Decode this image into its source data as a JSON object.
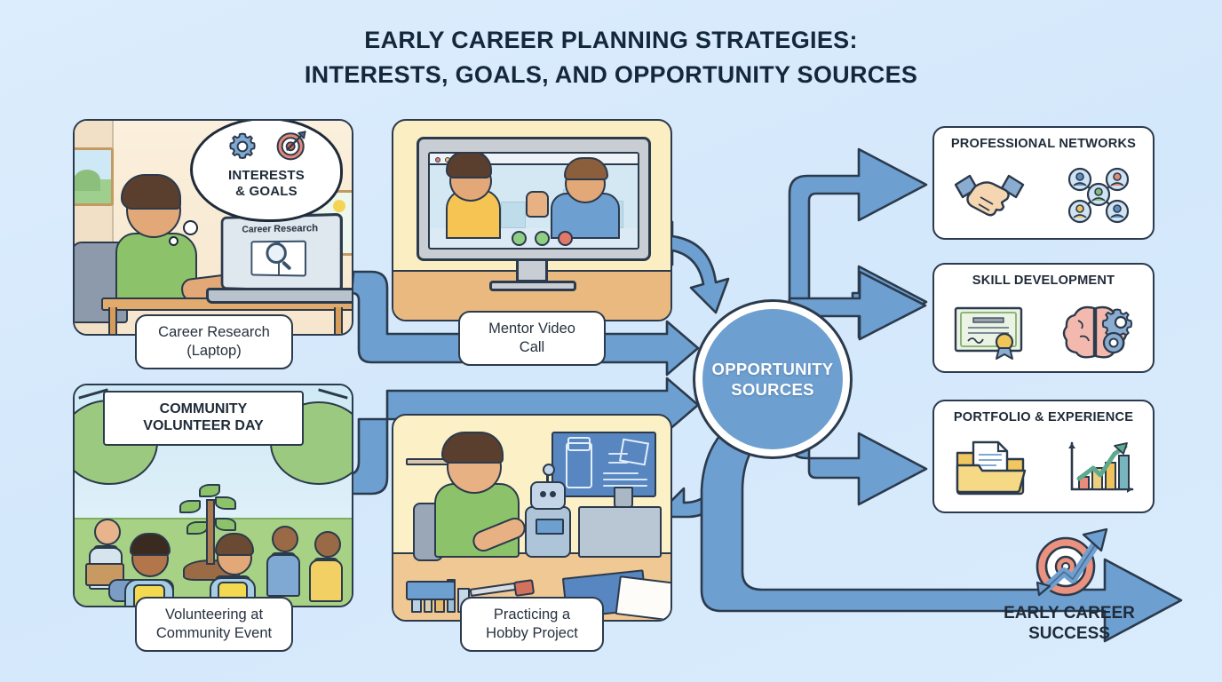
{
  "title": {
    "line1": "EARLY CAREER PLANNING STRATEGIES:",
    "line2": "INTERESTS, GOALS, AND OPPORTUNITY SOURCES"
  },
  "colors": {
    "background": "#d8eafc",
    "arrow_fill": "#6d9fd0",
    "arrow_stroke": "#2b3a4c",
    "hub_fill": "#6d9fd0",
    "title_text": "#14283c",
    "panel_border": "#2b3a4c",
    "accent_coral": "#e07b6e",
    "accent_green": "#8cc36a",
    "accent_yellow": "#f3d94f"
  },
  "panels": [
    {
      "id": "career-research",
      "caption": "Career Research\n(Laptop)",
      "thought_bubble": {
        "line1": "INTERESTS",
        "line2": "& GOALS",
        "icons": [
          "gear-icon",
          "target-icon"
        ]
      },
      "screen_label": "Career Research",
      "scene_icons": [
        "laptop-icon",
        "magnifier-book-icon",
        "desk-icon",
        "chair-icon",
        "wall-picture-icon"
      ]
    },
    {
      "id": "mentor-video-call",
      "caption": "Mentor Video Call",
      "scene_icons": [
        "monitor-icon",
        "video-call-window-icon",
        "waving-hand-icon",
        "call-control-buttons-icon"
      ]
    },
    {
      "id": "community-volunteering",
      "caption": "Volunteering at\nCommunity Event",
      "banner": {
        "line1": "COMMUNITY",
        "line2": "VOLUNTEER DAY"
      },
      "scene_icons": [
        "tree-sapling-icon",
        "safety-vest-icon",
        "watering-can-icon",
        "volunteers-icon"
      ]
    },
    {
      "id": "hobby-project",
      "caption": "Practicing a\nHobby Project",
      "scene_icons": [
        "robot-icon",
        "screwdriver-icon",
        "blueprint-poster-icon",
        "bookshelf-icon",
        "toolbox-icon"
      ]
    }
  ],
  "hub": {
    "line1": "OPPORTUNITY",
    "line2": "SOURCES"
  },
  "cards": [
    {
      "id": "professional-networks",
      "title": "PROFESSIONAL NETWORKS",
      "icons": [
        "handshake-icon",
        "people-network-icon"
      ]
    },
    {
      "id": "skill-development",
      "title": "SKILL DEVELOPMENT",
      "icons": [
        "certificate-icon",
        "brain-gears-icon"
      ]
    },
    {
      "id": "portfolio-experience",
      "title": "PORTFOLIO & EXPERIENCE",
      "icons": [
        "folder-documents-icon",
        "growth-chart-icon"
      ]
    }
  ],
  "outcome": {
    "line1": "EARLY CAREER",
    "line2": "SUCCESS",
    "icon": "target-arrow-icon"
  }
}
